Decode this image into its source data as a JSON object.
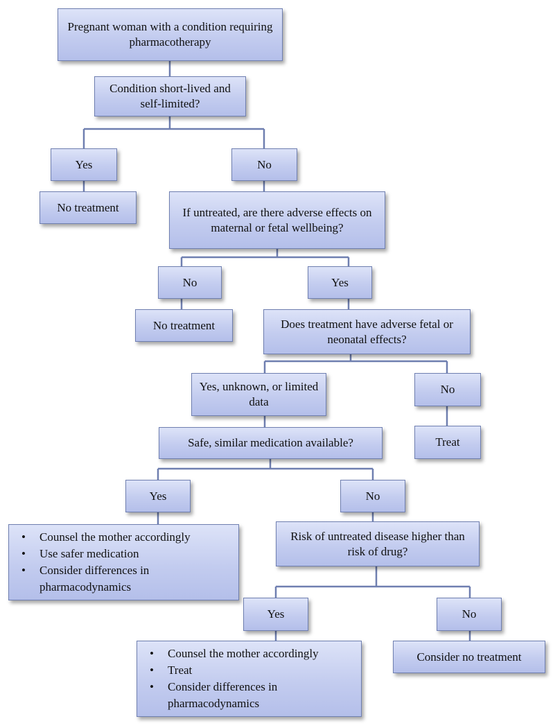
{
  "flowchart": {
    "start": "Pregnant woman with a condition requiring pharmacotherapy",
    "q1": "Condition short-lived and self-limited?",
    "q1_yes": "Yes",
    "q1_no": "No",
    "q1_yes_result": "No treatment",
    "q2": "If untreated, are there adverse effects on maternal or fetal wellbeing?",
    "q2_no": "No",
    "q2_yes": "Yes",
    "q2_no_result": "No treatment",
    "q3": "Does treatment have adverse fetal or neonatal effects?",
    "q3_yes": "Yes, unknown, or limited data",
    "q3_no": "No",
    "q3_no_result": "Treat",
    "q4": "Safe, similar medication available?",
    "q4_yes": "Yes",
    "q4_no": "No",
    "q4_yes_result": [
      "Counsel the mother accordingly",
      "Use safer medication",
      "Consider differences in pharmacodynamics"
    ],
    "q5": "Risk of untreated disease higher than risk of drug?",
    "q5_yes": "Yes",
    "q5_no": "No",
    "q5_yes_result": [
      "Counsel the mother accordingly",
      "Treat",
      "Consider differences in pharmacodynamics"
    ],
    "q5_no_result": "Consider no treatment"
  },
  "colors": {
    "box_fill_top": "#dde3f8",
    "box_fill_bottom": "#b4bfea",
    "box_border": "#6f7fb0",
    "connector": "#6f7fb0"
  }
}
